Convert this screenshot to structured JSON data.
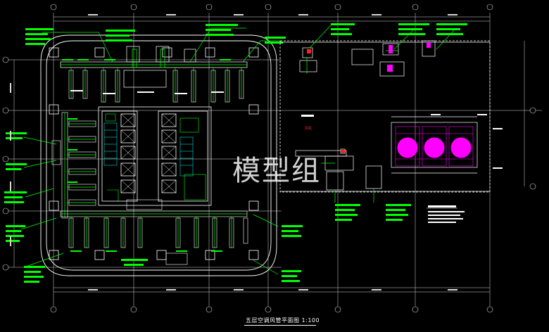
{
  "drawing": {
    "title": "五层空调风管平面图",
    "scale": "1:100",
    "watermark": "模型组",
    "red_label": "风机"
  },
  "colors": {
    "background": "#000000",
    "structure": "#ffffff",
    "duct": "#ffffff",
    "annotation": "#00ff00",
    "grid": "#d8d8d8",
    "cooling_tower": "#ff00ff",
    "equipment": "#ff2020",
    "stair": "#00ffff"
  }
}
